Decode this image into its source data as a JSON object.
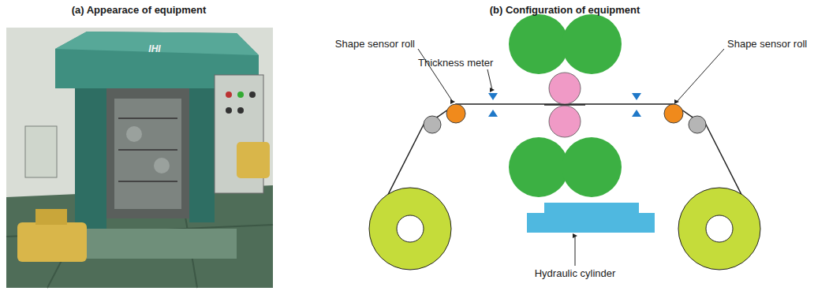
{
  "diagram": {
    "labels": [
      "(a) Appearace of equipment",
      "(b) Configuration of equipment",
      "IHI",
      "Shape sensor roll",
      "Thickness meter",
      "Shape sensor roll",
      "Hydraulic cylinder"
    ]
  }
}
